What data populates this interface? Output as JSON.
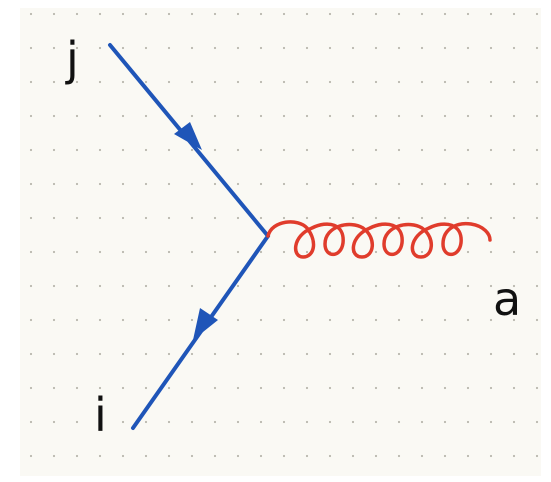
{
  "diagram": {
    "labels": {
      "incoming_quark": "j",
      "outgoing_quark": "i",
      "gluon": "a"
    },
    "colors": {
      "quark_line": "#1f55b8",
      "gluon_line": "#e03c2c",
      "background": "#faf9f4",
      "grid_dots": "#b9b7ae"
    },
    "elements": {
      "quark_lines": 2,
      "gluon_loops": 7,
      "vertex": "quark-quark-gluon"
    }
  }
}
